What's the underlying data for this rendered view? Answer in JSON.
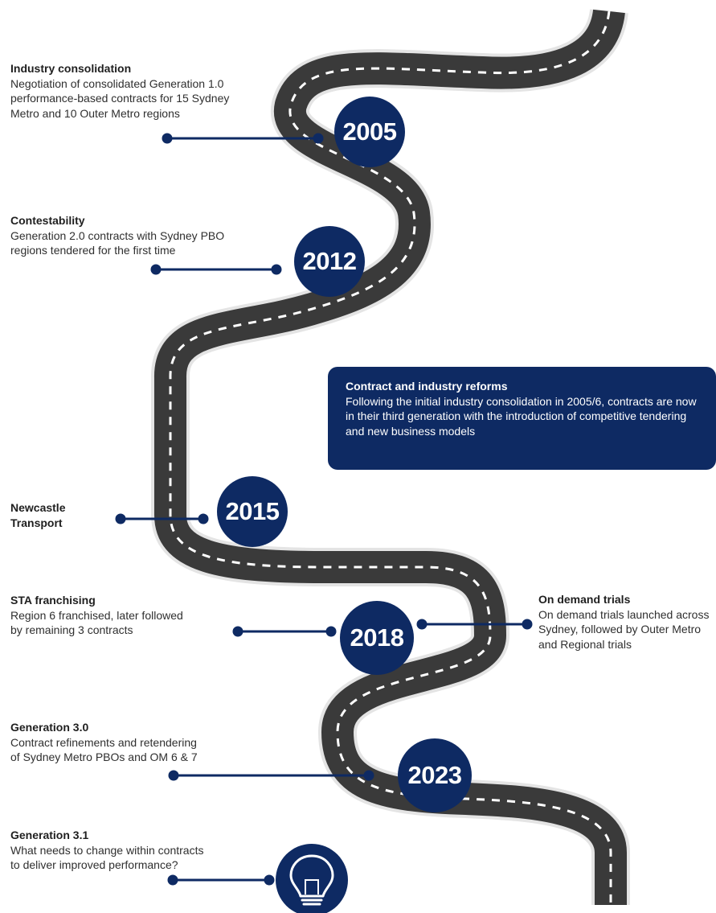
{
  "milestones": [
    {
      "year": "2005",
      "title": "Industry consolidation",
      "description": "Negotiation of consolidated Generation 1.0 performance-based contracts for 15 Sydney Metro and 10 Outer Metro regions"
    },
    {
      "year": "2012",
      "title": "Contestability",
      "description": "Generation 2.0 contracts with Sydney PBO regions tendered for the first time"
    },
    {
      "year": "2015",
      "title": "Newcastle Transport",
      "description": ""
    },
    {
      "year": "2018",
      "title": "STA franchising",
      "description": "Region 6 franchised, later followed by remaining 3 contracts"
    },
    {
      "year": "2018",
      "title": "On demand trials",
      "description": "On demand trials launched across Sydney, followed by Outer Metro and Regional trials"
    },
    {
      "year": "2023",
      "title": "Generation 3.0",
      "description": "Contract refinements and retendering of Sydney Metro PBOs and OM 6 & 7"
    },
    {
      "year": "",
      "title": "Generation 3.1",
      "description": "What needs to change within contracts to deliver improved performance?",
      "icon": "lightbulb-icon"
    }
  ],
  "callout": {
    "title": "Contract and industry reforms",
    "description": "Following the initial industry consolidation in 2005/6, contracts are now in their third generation with the introduction of competitive tendering and new business models"
  },
  "colors": {
    "navy": "#0e2a63",
    "road": "#3a3a3a",
    "lane": "#ffffff"
  }
}
